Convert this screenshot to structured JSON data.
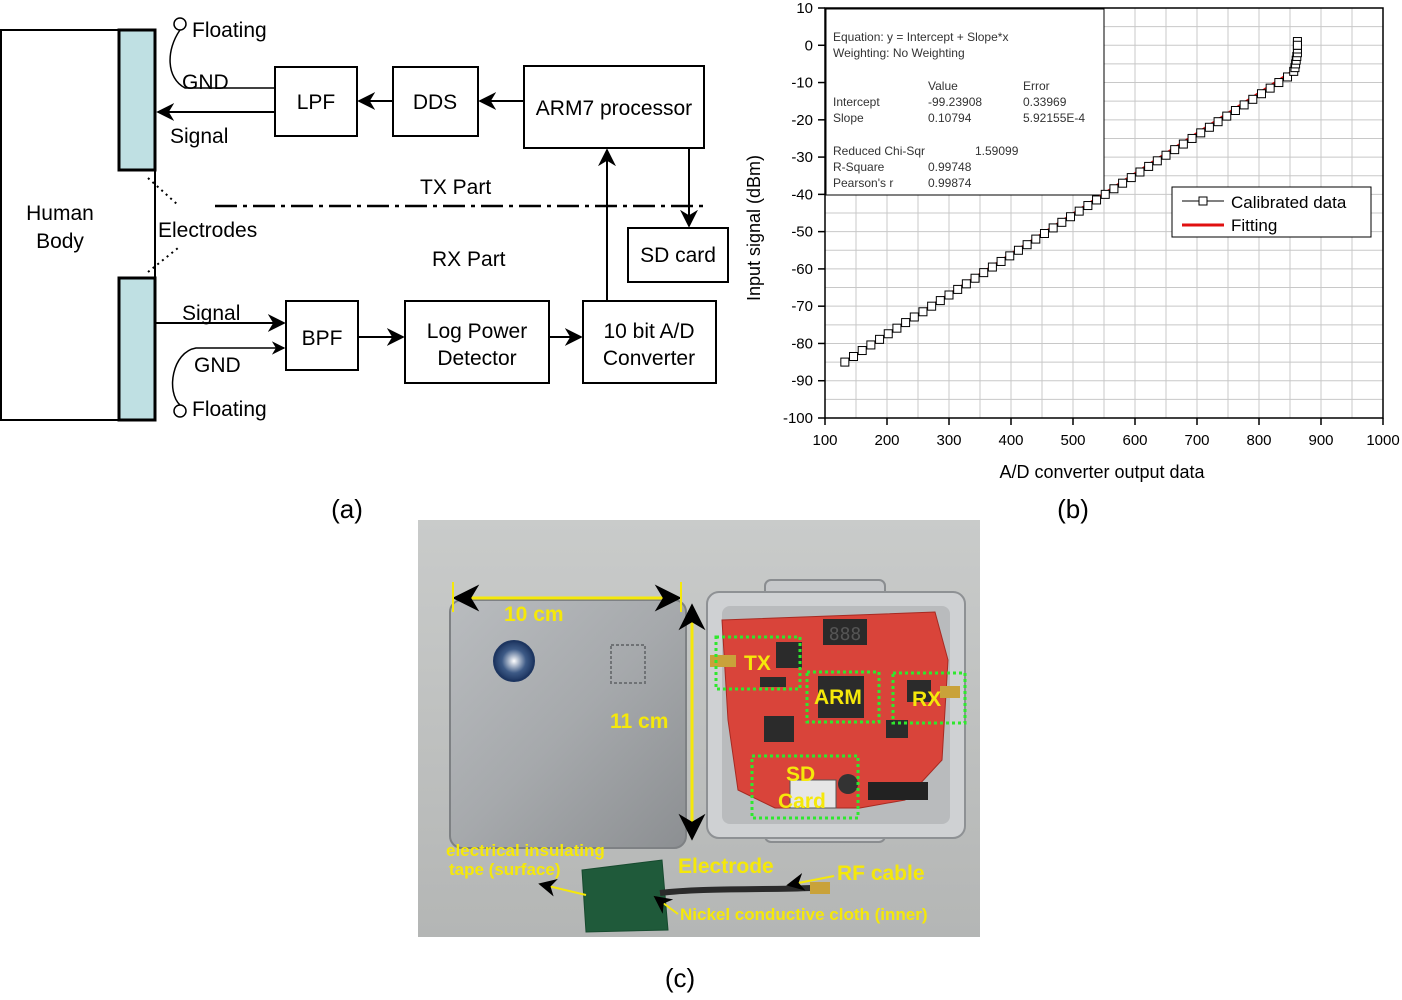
{
  "panel_a": {
    "human_body_line1": "Human",
    "human_body_line2": "Body",
    "electrodes": "Electrodes",
    "top": {
      "floating": "Floating",
      "gnd": "GND",
      "signal": "Signal",
      "lpf": "LPF",
      "dds": "DDS",
      "arm7": "ARM7 processor",
      "tx_part": "TX Part",
      "sd_card": "SD card"
    },
    "bottom": {
      "rx_part": "RX Part",
      "signal": "Signal",
      "gnd": "GND",
      "floating": "Floating",
      "bpf": "BPF",
      "log_line1": "Log Power",
      "log_line2": "Detector",
      "adc_line1": "10 bit A/D",
      "adc_line2": "Converter"
    },
    "caption": "(a)"
  },
  "panel_b": {
    "caption": "(b)",
    "fit_box": {
      "equation": "Equation: y = Intercept + Slope*x",
      "weighting": "Weighting: No Weighting",
      "col_value": "Value",
      "col_error": "Error",
      "intercept_label": "Intercept",
      "intercept_value": "-99.23908",
      "intercept_error": "0.33969",
      "slope_label": "Slope",
      "slope_value": "0.10794",
      "slope_error": "5.92155E-4",
      "chi_label": "Reduced Chi-Sqr",
      "chi_value": "1.59099",
      "r2_label": "R-Square",
      "r2_value": "0.99748",
      "pearson_label": "Pearson's r",
      "pearson_value": "0.99874"
    }
  },
  "chart_data": {
    "type": "scatter",
    "xlabel": "A/D converter output data",
    "ylabel": "Input signal (dBm)",
    "xlim": [
      100,
      1000
    ],
    "ylim": [
      -100,
      10
    ],
    "xticks": [
      100,
      200,
      300,
      400,
      500,
      600,
      700,
      800,
      900,
      1000
    ],
    "yticks": [
      10,
      0,
      -10,
      -20,
      -30,
      -40,
      -50,
      -60,
      -70,
      -80,
      -90,
      -100
    ],
    "grid": true,
    "legend_position": "right",
    "series": [
      {
        "name": "Calibrated data",
        "marker": "open-square",
        "color": "#000000",
        "x": [
          132,
          146,
          160,
          174,
          188,
          202,
          216,
          230,
          244,
          258,
          272,
          286,
          300,
          314,
          328,
          342,
          356,
          370,
          384,
          398,
          412,
          426,
          440,
          454,
          468,
          482,
          496,
          510,
          524,
          538,
          552,
          566,
          580,
          594,
          608,
          622,
          636,
          650,
          664,
          678,
          692,
          706,
          720,
          734,
          748,
          762,
          776,
          790,
          804,
          818,
          832,
          846,
          856,
          858,
          859,
          860,
          861,
          862,
          862,
          862,
          862,
          862,
          862
        ],
        "y": [
          -85,
          -83.5,
          -81.9,
          -80.4,
          -78.9,
          -77.4,
          -75.9,
          -74.4,
          -72.9,
          -71.5,
          -70,
          -68.5,
          -67,
          -65.5,
          -64,
          -62.5,
          -61,
          -59.5,
          -58,
          -56.5,
          -55,
          -53.5,
          -52,
          -50.5,
          -49,
          -47.5,
          -46,
          -44.5,
          -43,
          -41.5,
          -40,
          -38.5,
          -37,
          -35.5,
          -34,
          -32.5,
          -31,
          -29.5,
          -28,
          -26.5,
          -25,
          -23.5,
          -22,
          -20.5,
          -19,
          -17.5,
          -16,
          -14.5,
          -13,
          -11.5,
          -10,
          -8.5,
          -7,
          -6,
          -5,
          -4,
          -3,
          -2,
          -1,
          0,
          0.5,
          1,
          0
        ]
      },
      {
        "name": "Fitting",
        "type": "line",
        "color": "#e01010",
        "x": [
          132,
          862
        ],
        "y": [
          -84.99,
          -6.19
        ]
      }
    ]
  },
  "panel_c": {
    "caption": "(c)",
    "dim_10cm": "10 cm",
    "dim_11cm": "11 cm",
    "tx": "TX",
    "arm": "ARM",
    "rx": "RX",
    "sd_line1": "SD",
    "sd_line2": "Card",
    "tape_line1": "electrical insulating",
    "tape_line2": "tape (surface)",
    "electrode": "Electrode",
    "rf_cable": "RF cable",
    "nickel": "Nickel conductive cloth (inner)",
    "label_color": "#f5e80a",
    "box_color": "#2ee82e"
  }
}
